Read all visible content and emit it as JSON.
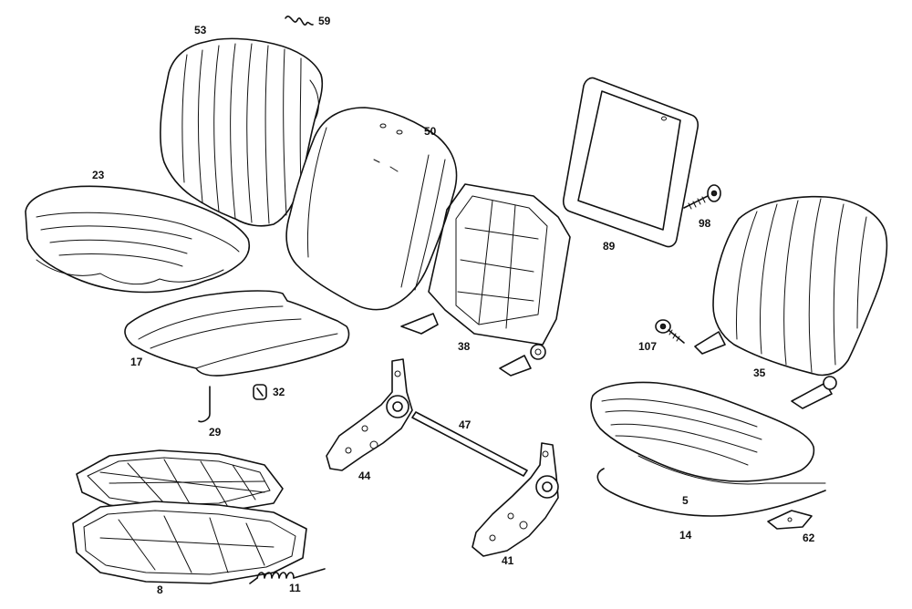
{
  "diagram": {
    "parts": [
      {
        "id": "p53",
        "label": "53"
      },
      {
        "id": "p59",
        "label": "59"
      },
      {
        "id": "p50",
        "label": "50"
      },
      {
        "id": "p23",
        "label": "23"
      },
      {
        "id": "p89",
        "label": "89"
      },
      {
        "id": "p98",
        "label": "98"
      },
      {
        "id": "p38",
        "label": "38"
      },
      {
        "id": "p17",
        "label": "17"
      },
      {
        "id": "p107",
        "label": "107"
      },
      {
        "id": "p35",
        "label": "35"
      },
      {
        "id": "p32",
        "label": "32"
      },
      {
        "id": "p29",
        "label": "29"
      },
      {
        "id": "p47",
        "label": "47"
      },
      {
        "id": "p44",
        "label": "44"
      },
      {
        "id": "p5",
        "label": "5"
      },
      {
        "id": "p14",
        "label": "14"
      },
      {
        "id": "p62",
        "label": "62"
      },
      {
        "id": "p8",
        "label": "8"
      },
      {
        "id": "p11",
        "label": "11"
      },
      {
        "id": "p41",
        "label": "41"
      }
    ]
  }
}
